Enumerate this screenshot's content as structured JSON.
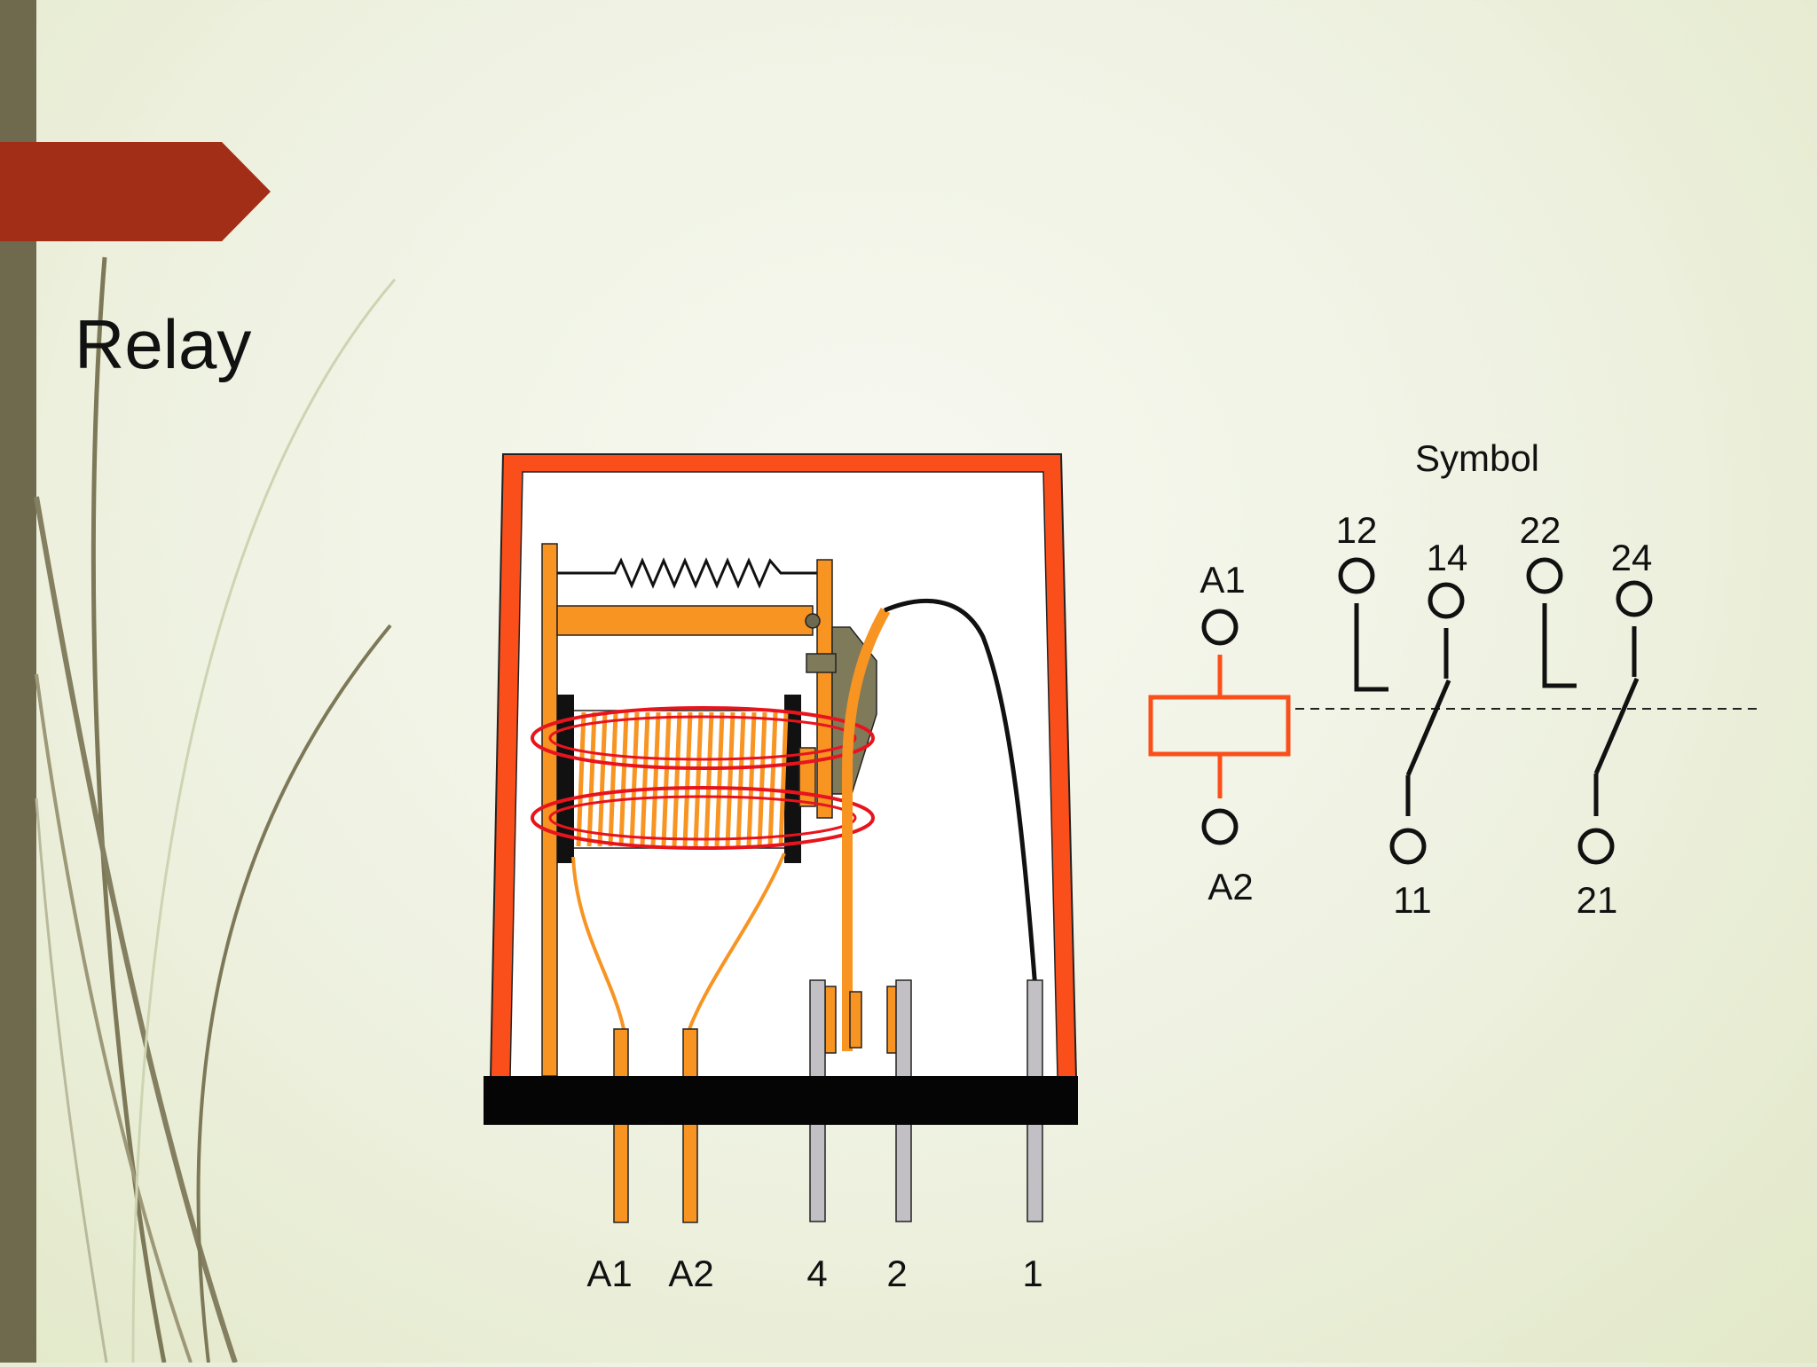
{
  "slide": {
    "title": "Relay"
  },
  "relay_diagram": {
    "pins": [
      {
        "label": "A1"
      },
      {
        "label": "A2"
      },
      {
        "label": "4"
      },
      {
        "label": "2"
      },
      {
        "label": "1"
      }
    ]
  },
  "symbol": {
    "heading": "Symbol",
    "coil_top_label": "A1",
    "coil_bottom_label": "A2",
    "contact_labels": [
      "12",
      "14",
      "22",
      "24",
      "11",
      "21"
    ]
  },
  "colors": {
    "left_bar": "#6f6a4e",
    "title_tab": "#a32e17",
    "relay_case": "#fb4f1b",
    "orange_parts": "#f79422",
    "coil_field": "#e8141d",
    "grey_pins": "#c2c0c4"
  }
}
